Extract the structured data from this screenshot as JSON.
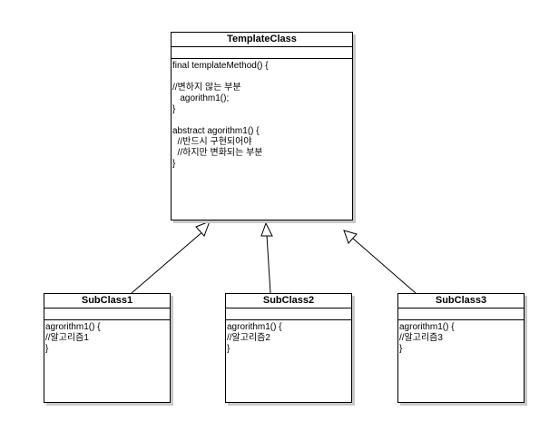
{
  "template_class": {
    "title": "TemplateClass",
    "body_lines": [
      "final templateMethod() {",
      "",
      "//변하지 않는 부분",
      "   agorithm1();",
      "}",
      "",
      "abstract agorithm1() {",
      "  //반드시 구현되어야",
      "  //하지만 변화되는 부분",
      "}"
    ]
  },
  "subclasses": [
    {
      "title": "SubClass1",
      "body_lines": [
        "agrorithm1() {",
        "//알고리즘1",
        "}"
      ]
    },
    {
      "title": "SubClass2",
      "body_lines": [
        "agrorithm1() {",
        "//알고리즘2",
        "}"
      ]
    },
    {
      "title": "SubClass3",
      "body_lines": [
        "agrorithm1() {",
        "//알고리즘3",
        "}"
      ]
    }
  ],
  "colors": {
    "border": "#000000",
    "shadow": "#c8c8c8",
    "background": "#ffffff"
  }
}
